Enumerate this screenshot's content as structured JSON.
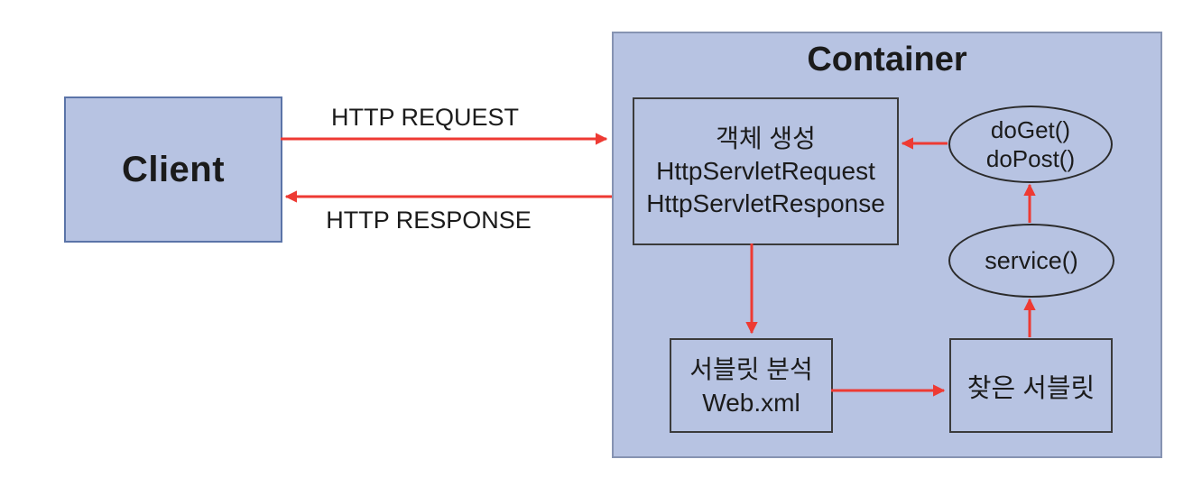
{
  "diagram": {
    "client": {
      "label": "Client"
    },
    "container": {
      "title": "Container"
    },
    "object_creation_box": {
      "line1": "객체 생성",
      "line2": "HttpServletRequest",
      "line3": "HttpServletResponse"
    },
    "doget_ellipse": {
      "line1": "doGet()",
      "line2": "doPost()"
    },
    "service_ellipse": {
      "label": "service()"
    },
    "servlet_analysis_box": {
      "line1": "서블릿 분석",
      "line2": "Web.xml"
    },
    "found_servlet_box": {
      "label": "찾은 서블릿"
    },
    "labels": {
      "http_request": "HTTP REQUEST",
      "http_response": "HTTP RESPONSE"
    },
    "colors": {
      "node_fill": "#b7c3e2",
      "container_border": "#8693b2",
      "client_border": "#5b74a8",
      "inner_box_border": "#3b3b3b",
      "ellipse_border": "#2b2b2b",
      "arrow": "#ee3a33",
      "text": "#1b1b1b",
      "background": "#ffffff"
    }
  }
}
